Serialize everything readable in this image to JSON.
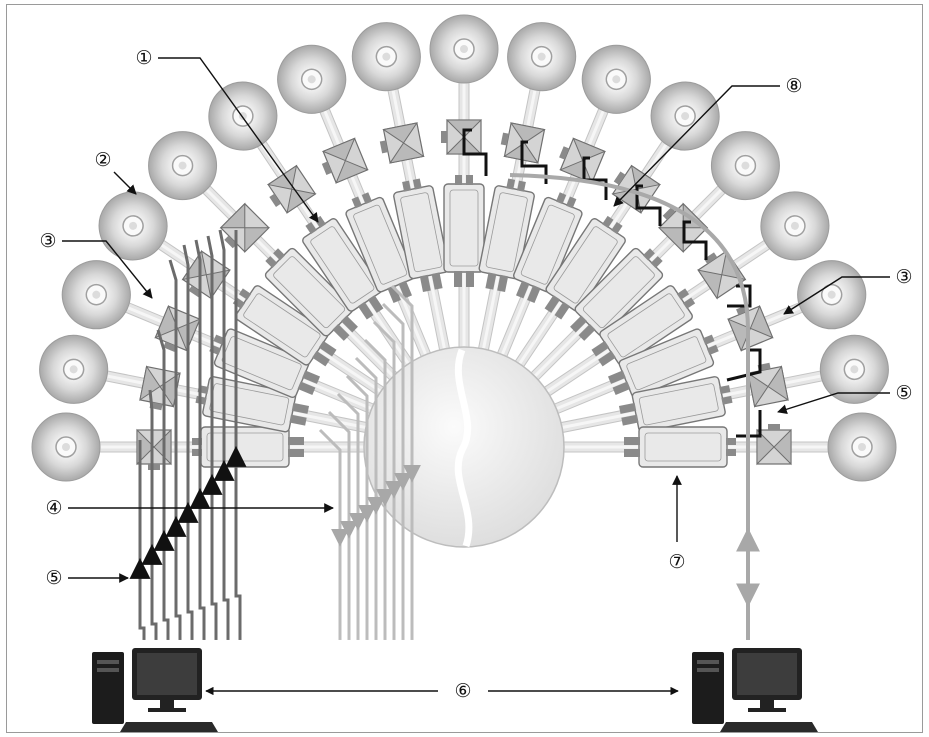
{
  "labels": {
    "l1": "①",
    "l2": "②",
    "l3a": "③",
    "l3b": "③",
    "l4": "④",
    "l5a": "⑤",
    "l5b": "⑤",
    "l6": "⑥",
    "l7": "⑦",
    "l8": "⑧"
  },
  "colors": {
    "dish_outer": "#bdbdbd",
    "dish_inner": "#f2f2f2",
    "module": "#e9e9e9",
    "module_stroke": "#777777",
    "valve": "#b9b9b9",
    "sphere": "#eeeeee",
    "cable_dark": "#6b6b6b",
    "cable_mid": "#9a9a9a",
    "cable_light": "#bcbcbc",
    "cable_black": "#111111"
  },
  "icons": [
    "desktop-computer-icon",
    "desktop-computer-icon"
  ]
}
